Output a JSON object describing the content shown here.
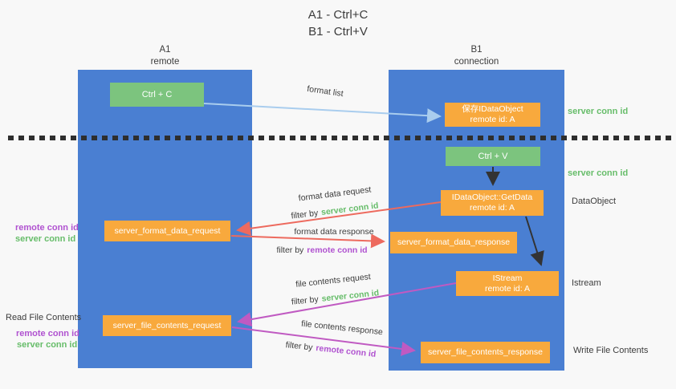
{
  "title": {
    "line1": "A1 - Ctrl+C",
    "line2": "B1 - Ctrl+V"
  },
  "lanes": {
    "a": {
      "name": "A1",
      "subtitle": "remote"
    },
    "b": {
      "name": "B1",
      "subtitle": "connection"
    }
  },
  "nodes": {
    "ctrl_c": {
      "label": "Ctrl + C"
    },
    "save_dataobject": {
      "line1": "保存IDataObject",
      "line2": "remote id: A"
    },
    "ctrl_v": {
      "label": "Ctrl + V"
    },
    "getdata": {
      "line1": "IDataObject::GetData",
      "line2": "remote id: A"
    },
    "server_format_data_request": {
      "label": "server_format_data_request"
    },
    "server_format_data_response": {
      "label": "server_format_data_response"
    },
    "istream": {
      "line1": "IStream",
      "line2": "remote id: A"
    },
    "server_file_contents_request": {
      "label": "server_file_contents_request"
    },
    "server_file_contents_response": {
      "label": "server_file_contents_response"
    }
  },
  "edge_labels": {
    "format_list": "format list",
    "format_data_request": "format data request",
    "format_data_response": "format data response",
    "file_contents_request": "file contents request",
    "file_contents_response": "file contents response",
    "filter_by": "filter by",
    "server_conn_id": "server conn id",
    "remote_conn_id": "remote conn id"
  },
  "side_labels": {
    "right_server_conn_id_top": "server conn id",
    "right_server_conn_id_mid": "server conn id",
    "right_dataobject": "DataObject",
    "right_istream": "Istream",
    "right_write_file_contents": "Write File Contents",
    "left_remote_conn_id_top": "remote conn id",
    "left_server_conn_id_top": "server conn id",
    "left_read_file_contents": "Read File Contents",
    "left_remote_conn_id_bottom": "remote conn id",
    "left_server_conn_id_bottom": "server conn id"
  },
  "colors": {
    "lane_blue": "#4a7fd2",
    "box_green": "#7cc47e",
    "box_orange": "#f8a93d",
    "arrow_red": "#ed6a5e",
    "arrow_magenta": "#c05ac2",
    "arrow_blue": "#a9cdee",
    "arrow_black": "#333333",
    "label_green": "#67bd6a",
    "label_purple": "#b052d0",
    "text_dark": "#3c3c3c",
    "background": "#f8f8f8"
  }
}
